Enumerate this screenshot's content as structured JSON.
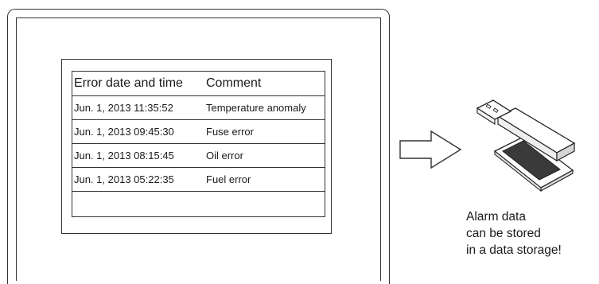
{
  "alarm_table": {
    "headers": {
      "date_time": "Error date and time",
      "comment": "Comment"
    },
    "rows": [
      {
        "date_time": "Jun. 1, 2013 11:35:52",
        "comment": "Temperature anomaly"
      },
      {
        "date_time": "Jun. 1, 2013 09:45:30",
        "comment": "Fuse error"
      },
      {
        "date_time": "Jun. 1, 2013 08:15:45",
        "comment": "Oil error"
      },
      {
        "date_time": "Jun. 1, 2013 05:22:35",
        "comment": "Fuel error"
      },
      {
        "date_time": "",
        "comment": ""
      }
    ]
  },
  "caption": {
    "lines": [
      "Alarm data",
      "can be stored",
      "in a data storage!"
    ]
  },
  "icons": {
    "arrow": "right-arrow-icon",
    "usb": "usb-stick-icon",
    "sd_card": "sd-card-icon"
  }
}
